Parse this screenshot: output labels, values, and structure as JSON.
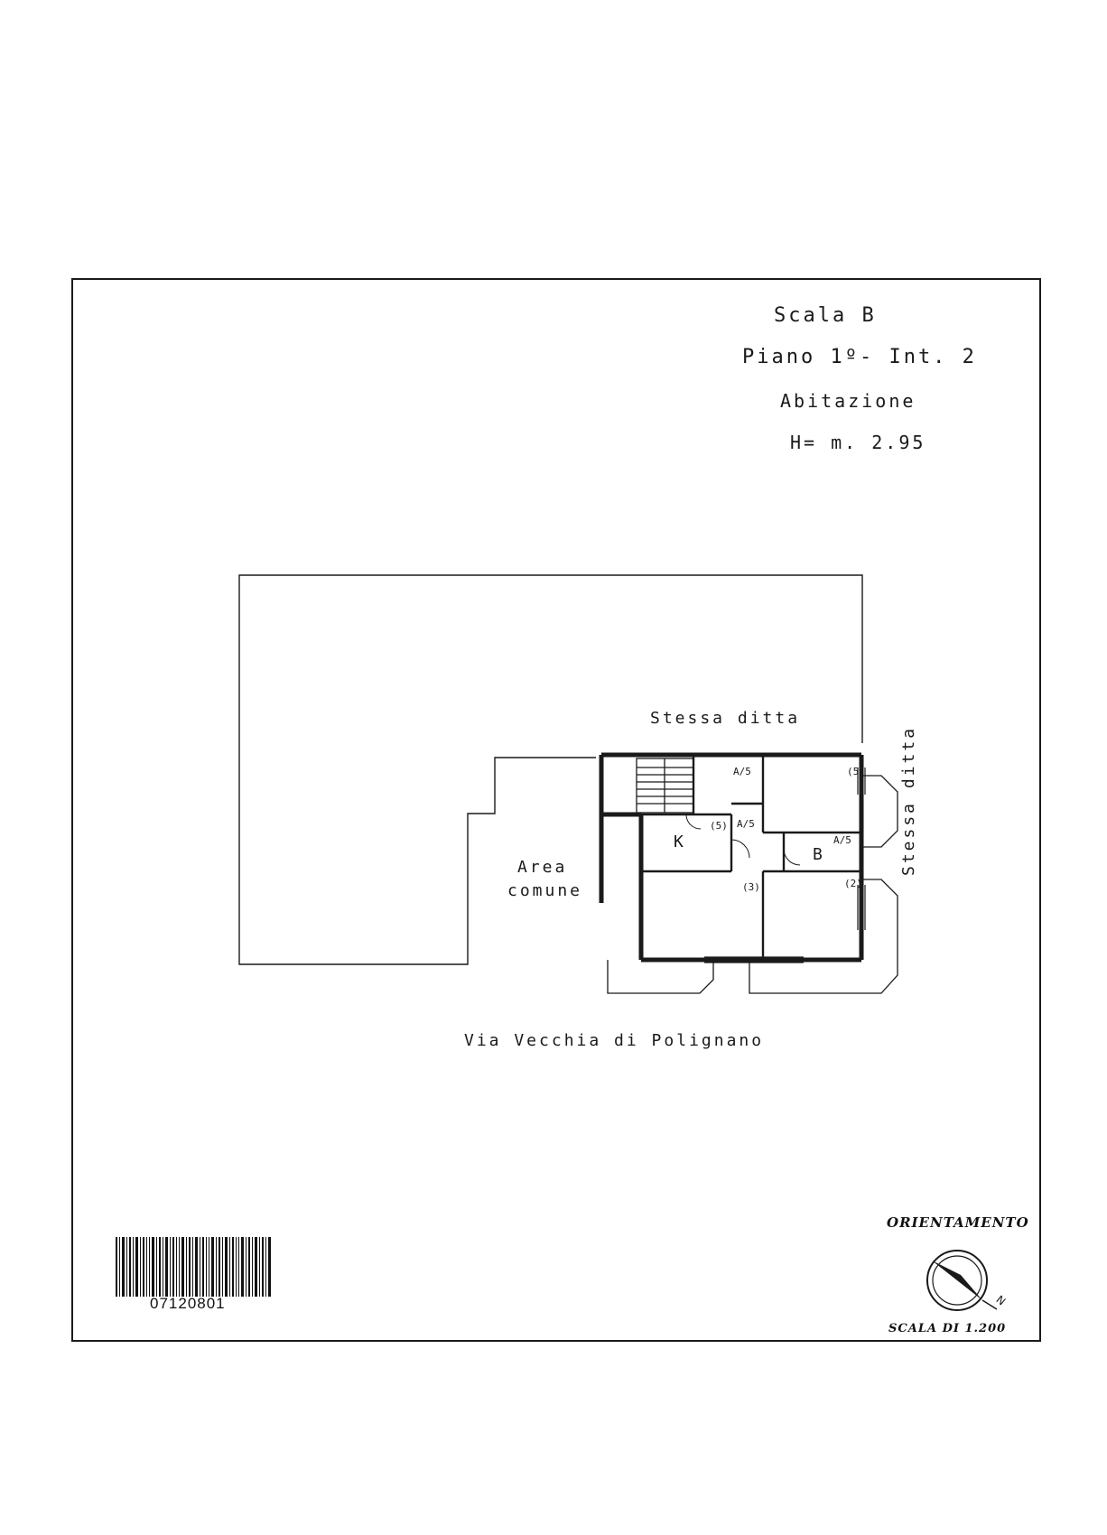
{
  "title_block": {
    "scala": "Scala B",
    "piano": "Piano 1º- Int. 2",
    "use": "Abitazione",
    "height": "H= m. 2.95"
  },
  "labels": {
    "stessa_ditta_top": "Stessa ditta",
    "stessa_ditta_right": "Stessa ditta",
    "area_comune_line1": "Area",
    "area_comune_line2": "comune",
    "street": "Via Vecchia di Polignano"
  },
  "rooms": {
    "kitchen": "K",
    "bath": "B",
    "room_marks": [
      "(5)",
      "(5)",
      "(3)",
      "(2)",
      "A/5",
      "A/5",
      "A/5"
    ]
  },
  "orientation": {
    "title": "ORIENTAMENTO",
    "north": "N",
    "scale": "SCALA DI 1.200"
  },
  "barcode": {
    "number": "07120801"
  },
  "colors": {
    "ink": "#1a1a1a",
    "paper": "#ffffff"
  }
}
